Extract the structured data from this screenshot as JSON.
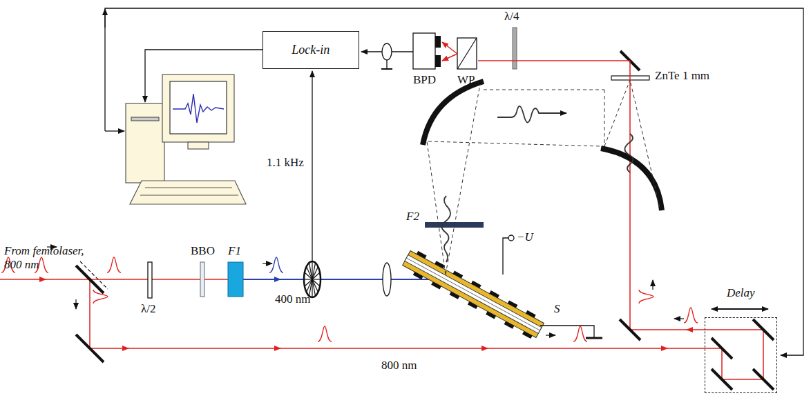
{
  "diagram": {
    "nodes": [
      {
        "text": [
          "Lock-in"
        ]
      },
      {
        "text": [
          "Delay"
        ]
      }
    ],
    "labels": [
      "BPD",
      "WP",
      "λ/4",
      "ZnTe 1 mm",
      "1.1 kHz",
      "From femtolaser, 800 nm",
      "BBO",
      "F1",
      "400 nm",
      "λ/2",
      "F2",
      "−U",
      "S",
      "800 nm"
    ]
  }
}
